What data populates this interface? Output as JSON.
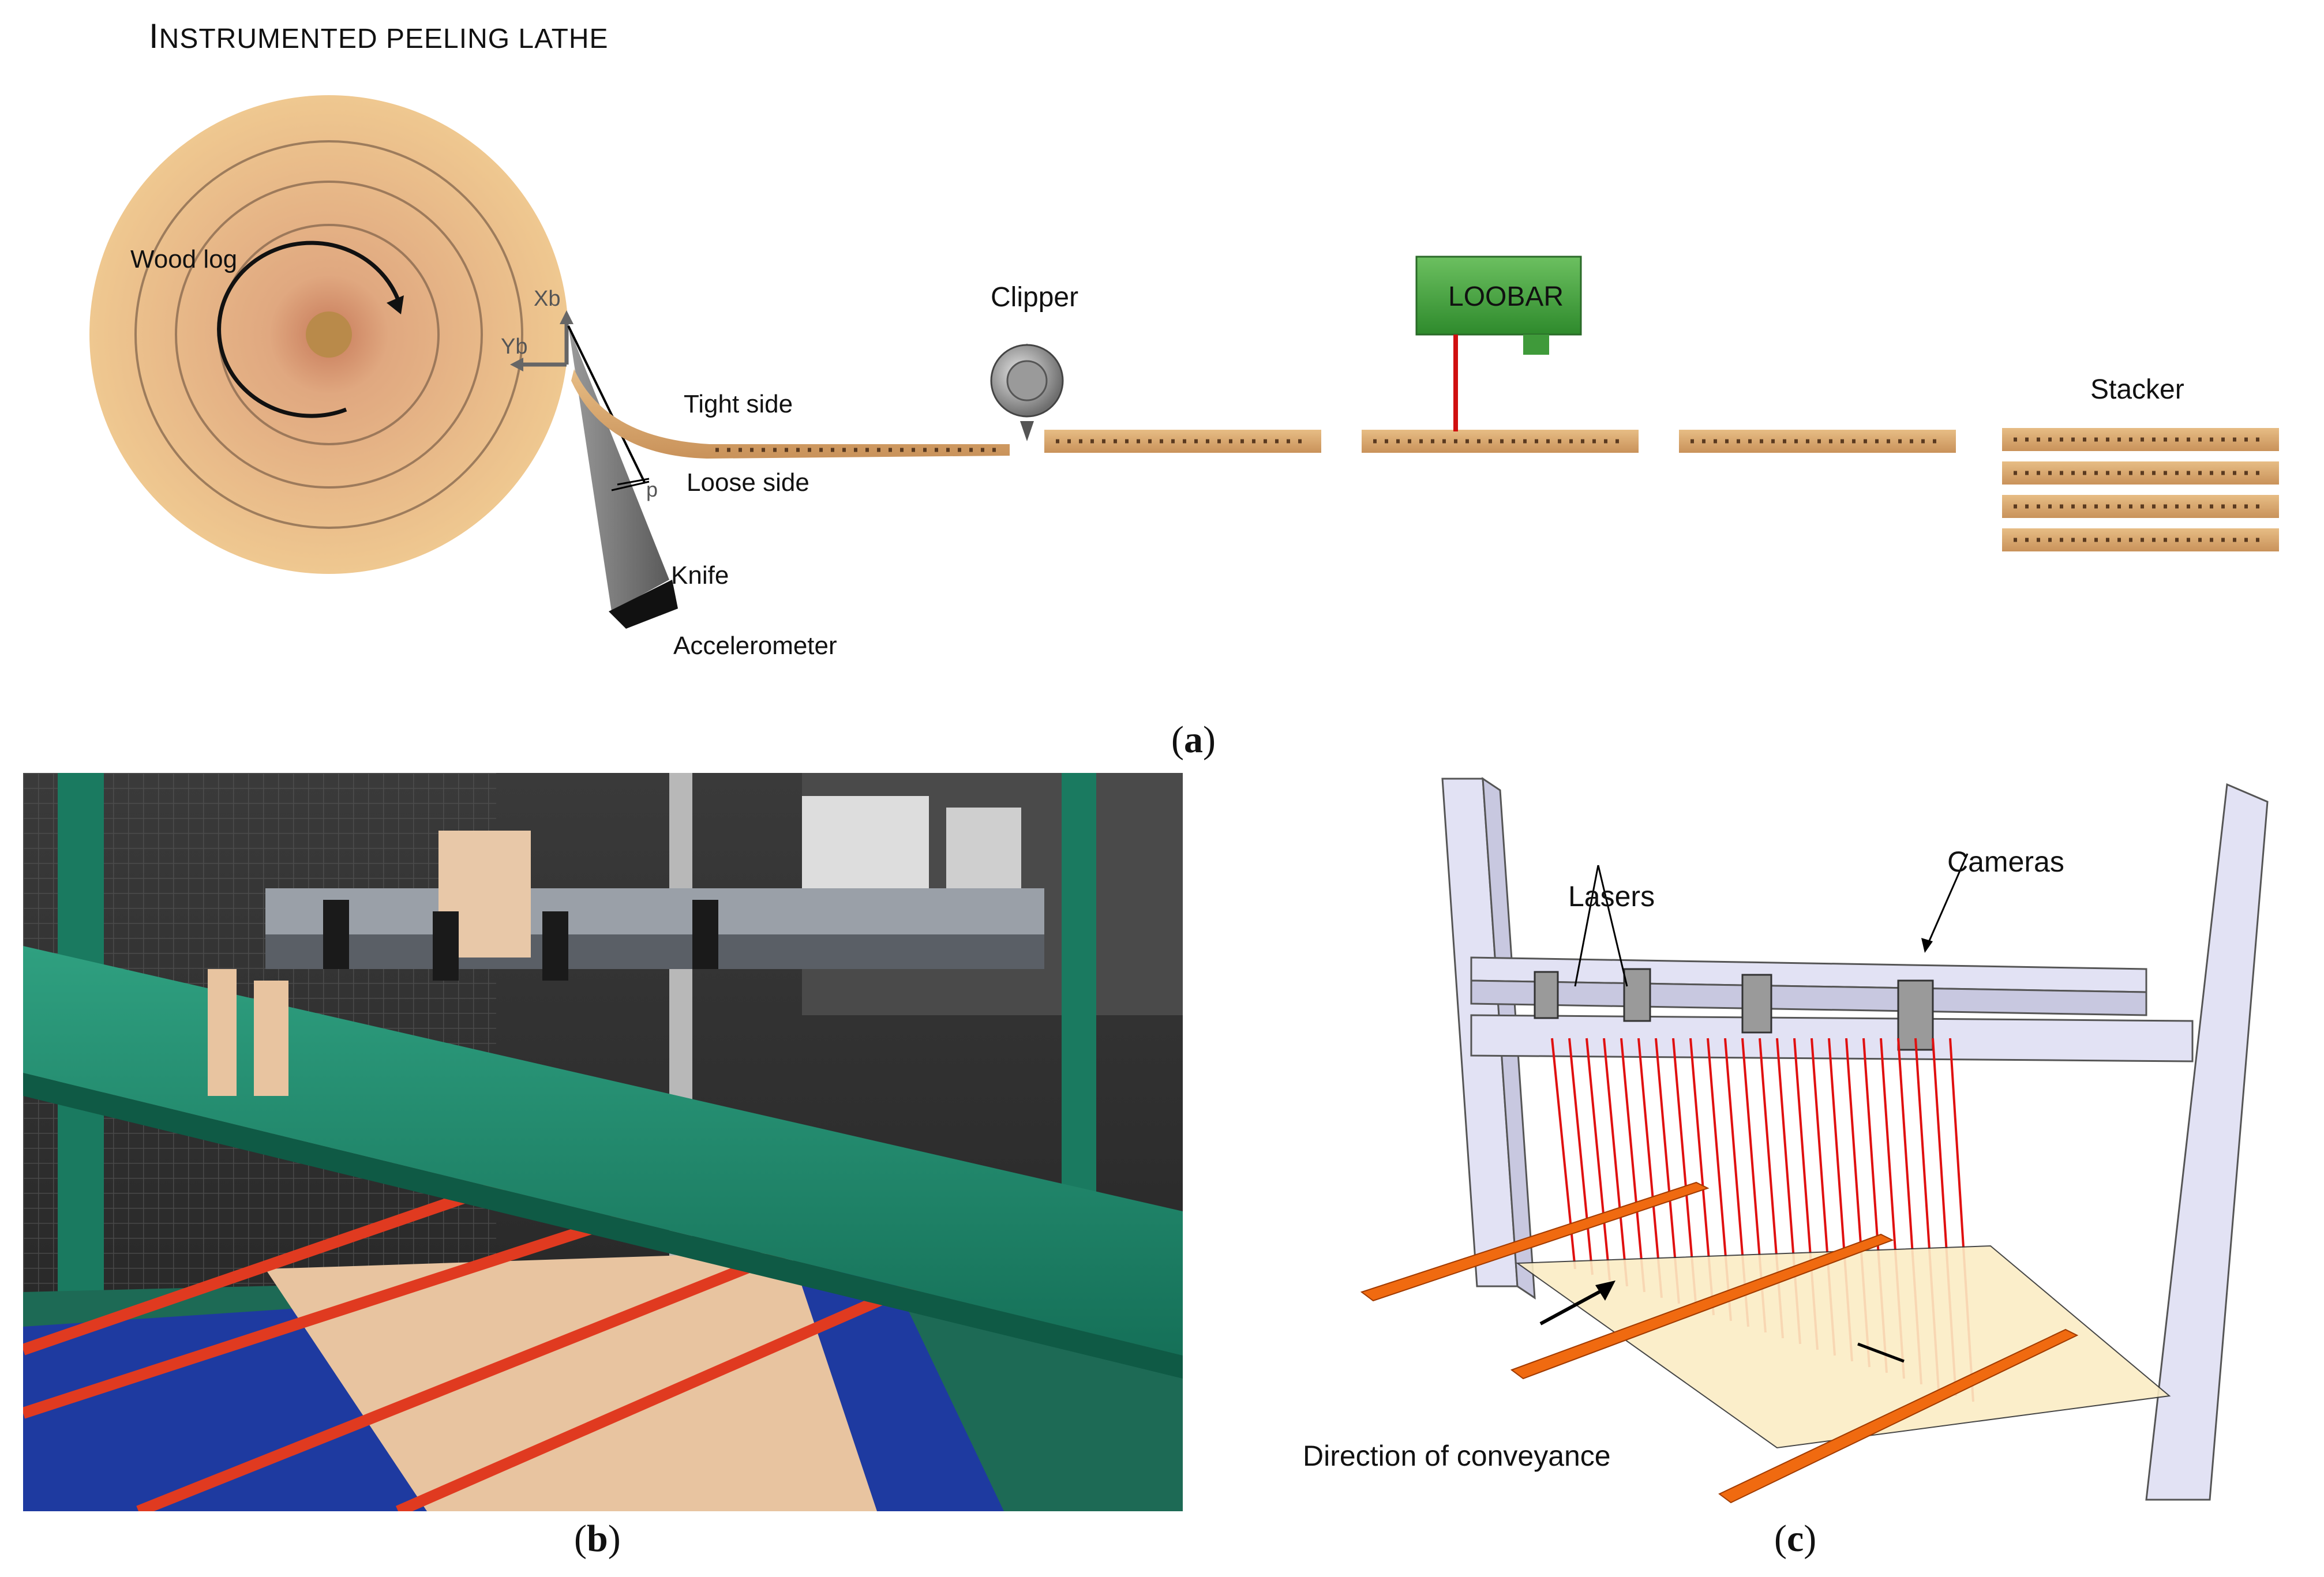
{
  "panel_a": {
    "title_first": "I",
    "title_rest": "NSTRUMENTED PEELING LATHE",
    "labels": {
      "wood_log": "Wood log",
      "xb": "Xb",
      "yb": "Yb",
      "tight_side": "Tight side",
      "loose_side": "Loose side",
      "p": "p",
      "knife": "Knife",
      "accelerometer": "Accelerometer",
      "clipper": "Clipper",
      "loobar": "LOOBAR",
      "stacker": "Stacker"
    },
    "caption_letter": "a"
  },
  "panel_b": {
    "caption_letter": "b"
  },
  "panel_c": {
    "labels": {
      "cameras": "Cameras",
      "lasers": "Lasers",
      "direction": "Direction of conveyance"
    },
    "caption_letter": "c"
  },
  "colors": {
    "wood": "#e3b77f",
    "veneer": "#d8a66a",
    "knife": "#7d7d7d",
    "loobar_green": "#3f9a3a",
    "laser_red": "#e01010",
    "frame": "#dcdcf0",
    "rail_orange": "#f06a10",
    "machine_green": "#1e8a6a"
  }
}
